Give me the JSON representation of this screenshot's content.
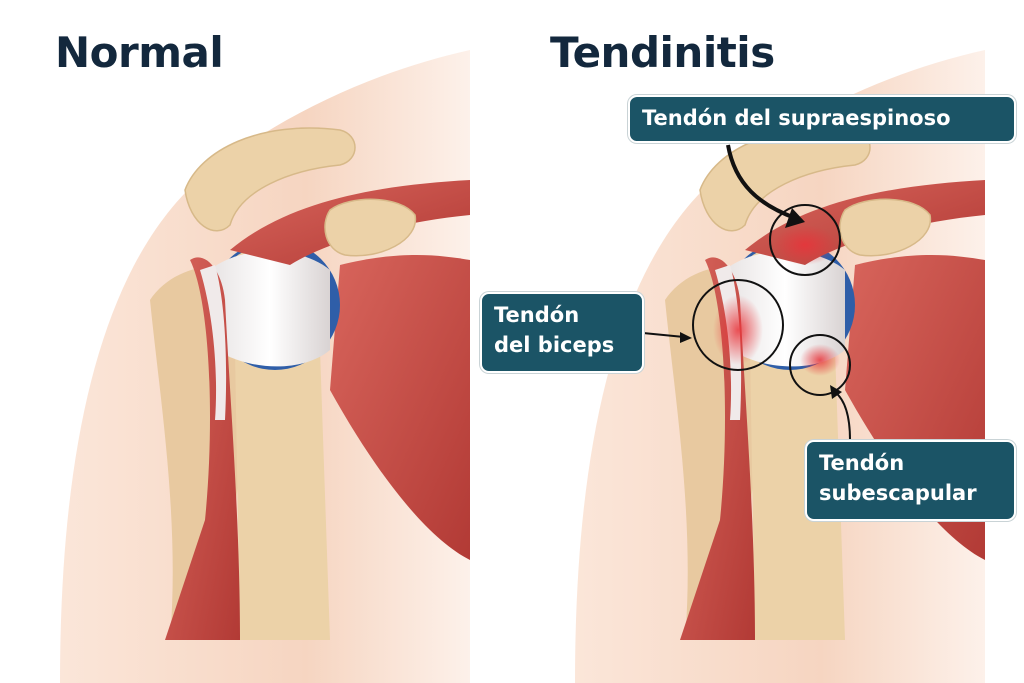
{
  "panels": {
    "normal": {
      "title": "Normal"
    },
    "tendinitis": {
      "title": "Tendinitis"
    }
  },
  "labels": {
    "supraspinatus": "Tendón del supraespinoso",
    "biceps_line1": "Tendón",
    "biceps_line2": "del biceps",
    "subscapularis_line1": "Tendón",
    "subscapularis_line2": "subescapular"
  },
  "colors": {
    "label_bg": "#1b5466",
    "title": "#13283d",
    "muscle": "#c24a44",
    "bone": "#ecd2a8",
    "skin": "#f8dccb",
    "cartilage": "#2f5ea8",
    "inflammation": "#e8343a"
  }
}
